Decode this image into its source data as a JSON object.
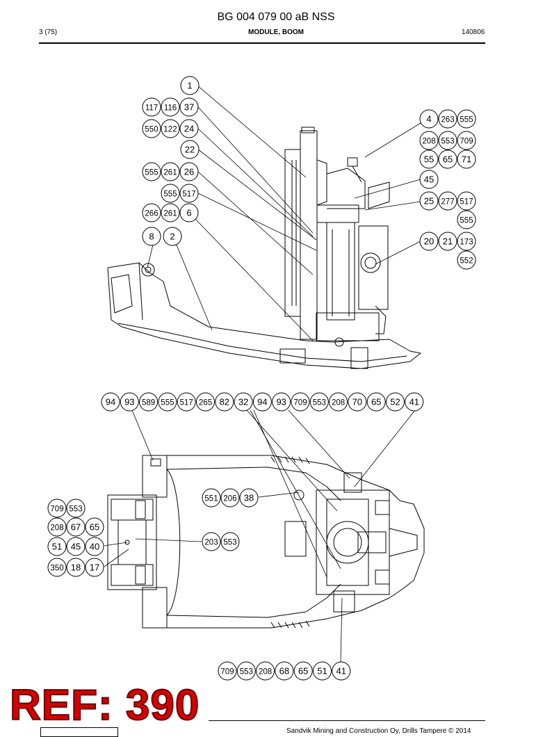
{
  "header": {
    "doc_title": "BG 004 079 00 aB NSS",
    "page_num": "3 (75)",
    "module": "MODULE, BOOM",
    "date": "140806"
  },
  "callouts": {
    "top_rows": [
      [
        "1"
      ],
      [
        "117",
        "116",
        "37"
      ],
      [
        "550",
        "122",
        "24"
      ],
      [
        "22"
      ],
      [
        "555",
        "261",
        "26"
      ],
      [
        "555",
        "517"
      ],
      [
        "266",
        "261",
        "6"
      ],
      [
        "8",
        "2"
      ],
      [
        "4",
        "263",
        "555"
      ],
      [
        "208",
        "553",
        "709"
      ],
      [
        "55",
        "65",
        "71"
      ],
      [
        "45"
      ],
      [
        "25",
        "277",
        "517"
      ],
      [
        "555"
      ],
      [
        "20",
        "21",
        "173"
      ],
      [
        "552"
      ]
    ],
    "bottom_top_row": [
      "94",
      "93",
      "589",
      "555",
      "517",
      "265",
      "82",
      "32",
      "94",
      "93",
      "709",
      "553",
      "208",
      "70",
      "65",
      "52",
      "41"
    ],
    "bottom_left_rows": [
      [
        "709",
        "553"
      ],
      [
        "208",
        "67",
        "65"
      ],
      [
        "51",
        "45",
        "40"
      ],
      [
        "350",
        "18",
        "17"
      ]
    ],
    "bottom_mid_rows": [
      [
        "551",
        "206",
        "38"
      ],
      [
        "203",
        "553"
      ]
    ],
    "bottom_bottom_row": [
      "709",
      "553",
      "208",
      "68",
      "65",
      "51",
      "41"
    ]
  },
  "stamp": {
    "ref": "REF: 390"
  },
  "footer": {
    "copyright": "Sandvik Mining and Construction Oy, Drills Tampere © 2014"
  },
  "colors": {
    "stamp": "#d50000",
    "ink": "#000000"
  }
}
